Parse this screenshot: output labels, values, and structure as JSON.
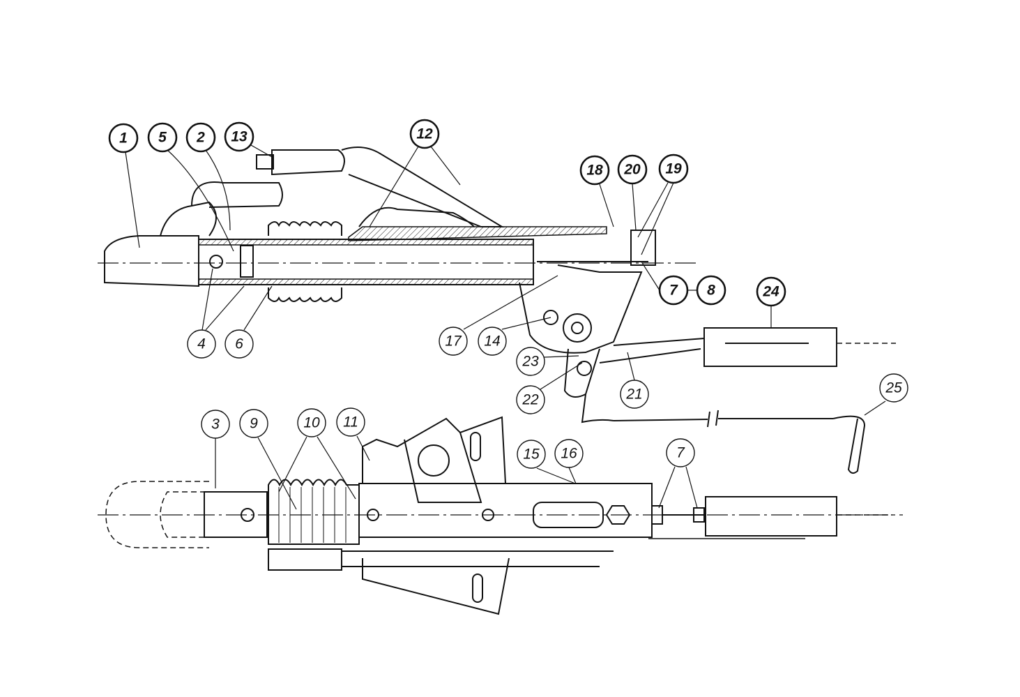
{
  "diagram": {
    "type": "exploded technical drawing of trailer overrun brake coupling",
    "top_view_labels": [
      "1",
      "5",
      "2",
      "13",
      "12",
      "18",
      "20",
      "19",
      "7",
      "8",
      "24",
      "4",
      "6",
      "17",
      "14",
      "23",
      "22",
      "21",
      "25"
    ],
    "bottom_view_labels": [
      "3",
      "9",
      "10",
      "11",
      "15",
      "16",
      "7"
    ]
  }
}
